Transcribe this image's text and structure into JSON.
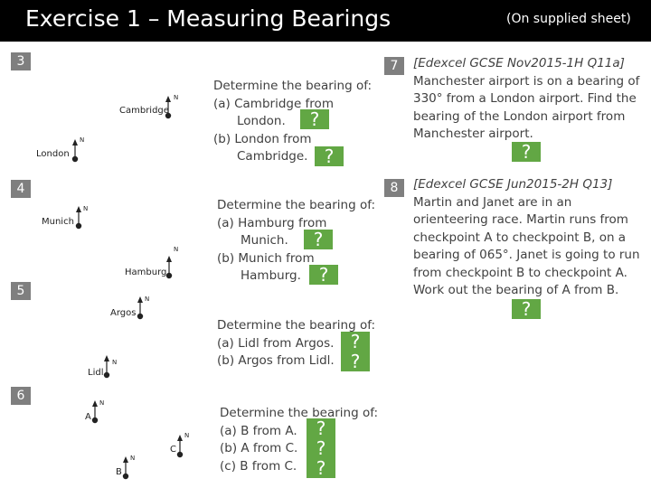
{
  "title": {
    "main": "Exercise 1",
    "dash": " – ",
    "rest": "Measuring Bearings"
  },
  "supplied_note": "(On supplied sheet)",
  "north_label": "N",
  "answer_mark": "?",
  "q3": {
    "number": "3",
    "lines": [
      "Determine the bearing of:",
      "(a)  Cambridge from",
      "London.",
      "(b)  London from",
      "Cambridge."
    ],
    "points": [
      "Cambridge",
      "London"
    ]
  },
  "q4": {
    "number": "4",
    "lines": [
      "Determine the bearing of:",
      "(a)  Hamburg from",
      "Munich.",
      "(b)  Munich from",
      "Hamburg."
    ],
    "points": [
      "Munich",
      "Hamburg"
    ]
  },
  "q5": {
    "number": "5",
    "lines": [
      "Determine the bearing of:",
      "(a)  Lidl from Argos.",
      "(b)  Argos from Lidl."
    ],
    "points": [
      "Argos",
      "Lidl"
    ]
  },
  "q6": {
    "number": "6",
    "lines": [
      "Determine the bearing of:",
      "(a)  B from A.",
      "(b)  A from C.",
      "(c)  B from C."
    ],
    "points": [
      "A",
      "C",
      "B"
    ]
  },
  "q7": {
    "number": "7",
    "lines": [
      "[Edexcel GCSE Nov2015-1H Q11a]",
      "Manchester airport is on a bearing of",
      "330° from a London airport. Find the",
      "bearing of the London airport from",
      "Manchester airport."
    ]
  },
  "q8": {
    "number": "8",
    "lines": [
      "[Edexcel GCSE Jun2015-2H Q13]",
      "Martin and Janet are in an",
      "orienteering race. Martin runs from",
      "checkpoint A to checkpoint B, on a",
      "bearing of 065°. Janet is going to run",
      "from checkpoint B to checkpoint A.",
      "Work out the bearing of A from B."
    ]
  }
}
